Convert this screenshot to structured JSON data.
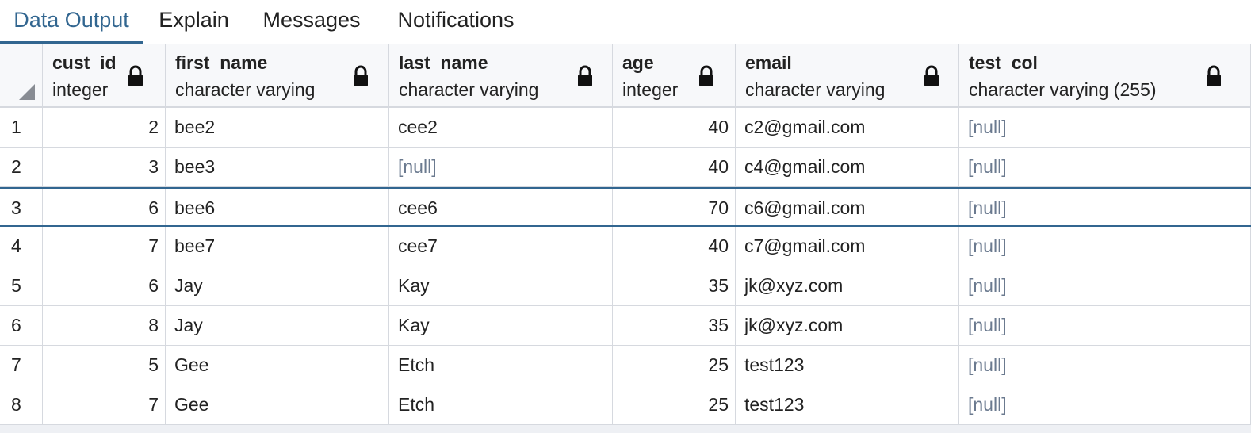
{
  "tabs": [
    {
      "label": "Data Output",
      "active": true
    },
    {
      "label": "Explain",
      "active": false
    },
    {
      "label": "Messages",
      "active": false
    },
    {
      "label": "Notifications",
      "active": false
    }
  ],
  "columns": [
    {
      "name": "cust_id",
      "type": "integer",
      "align": "num"
    },
    {
      "name": "first_name",
      "type": "character varying",
      "align": "txt"
    },
    {
      "name": "last_name",
      "type": "character varying",
      "align": "txt"
    },
    {
      "name": "age",
      "type": "integer",
      "align": "num"
    },
    {
      "name": "email",
      "type": "character varying",
      "align": "txt"
    },
    {
      "name": "test_col",
      "type": "character varying (255)",
      "align": "txt"
    }
  ],
  "selected_row": 3,
  "rows": [
    {
      "num": "1",
      "cells": [
        "2",
        "bee2",
        "cee2",
        "40",
        "c2@gmail.com",
        "[null]"
      ]
    },
    {
      "num": "2",
      "cells": [
        "3",
        "bee3",
        "[null]",
        "40",
        "c4@gmail.com",
        "[null]"
      ]
    },
    {
      "num": "3",
      "cells": [
        "6",
        "bee6",
        "cee6",
        "70",
        "c6@gmail.com",
        "[null]"
      ]
    },
    {
      "num": "4",
      "cells": [
        "7",
        "bee7",
        "cee7",
        "40",
        "c7@gmail.com",
        "[null]"
      ]
    },
    {
      "num": "5",
      "cells": [
        "6",
        "Jay",
        "Kay",
        "35",
        "jk@xyz.com",
        "[null]"
      ]
    },
    {
      "num": "6",
      "cells": [
        "8",
        "Jay",
        "Kay",
        "35",
        "jk@xyz.com",
        "[null]"
      ]
    },
    {
      "num": "7",
      "cells": [
        "5",
        "Gee",
        "Etch",
        "25",
        "test123",
        "[null]"
      ]
    },
    {
      "num": "8",
      "cells": [
        "7",
        "Gee",
        "Etch",
        "25",
        "test123",
        "[null]"
      ]
    }
  ],
  "icons": {
    "column_lock": "lock-icon",
    "corner": "select-all-icon"
  },
  "colors": {
    "accent": "#326690",
    "null_text": "#6b7a8f",
    "grid_line": "#d6d9df"
  }
}
